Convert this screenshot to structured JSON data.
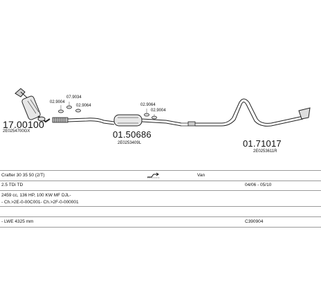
{
  "parts": {
    "catalyst_code": "17.00100",
    "catalyst_ref": "2E0254700GX",
    "clamp_a": "02.9004",
    "clamp_b": "07.9034",
    "clamp_c": "02.9064",
    "clamp_d": "02.9064",
    "clamp_e": "02.9004",
    "middle_code": "01.50686",
    "middle_ref": "2E0253409L",
    "rear_code": "01.71017",
    "rear_ref": "2E0253611R"
  },
  "info": {
    "model": "Crafter 30 35 50 (2/T)",
    "body_type": "Van",
    "engine": "2.5 TDi TD",
    "years": "04/06 - 05/10",
    "specs": "2459 cc, 136 HP, 100 KW MF DJL-",
    "chassis": "- Ch.>2E-0-00C001- Ch.>2F-0-000001",
    "wheelbase": "- LWE 4325 mm",
    "catalog_no": "C390904"
  }
}
